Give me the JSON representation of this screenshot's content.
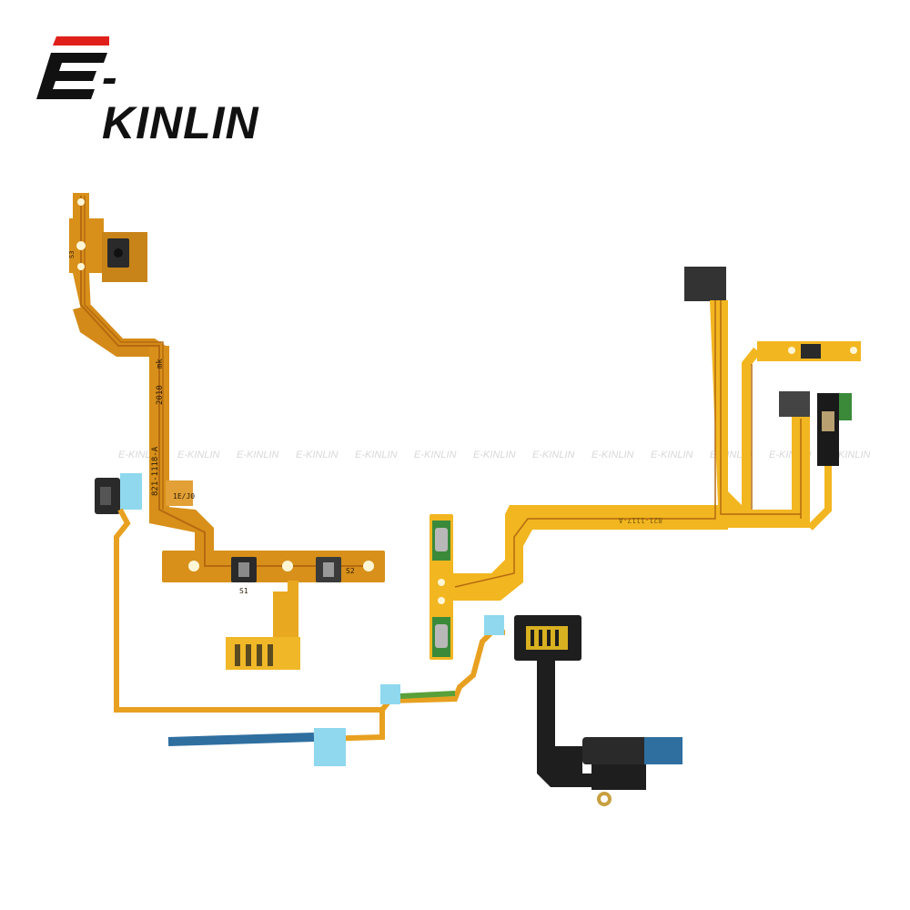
{
  "brand": {
    "logo_text": "-KINLIN",
    "accent_color": "#e0201b",
    "ink_color": "#111111"
  },
  "photo": {
    "subject": "flex cable assembly",
    "printed_labels": {
      "part_number_left": "821-1118-A",
      "year_mark": "2010",
      "code_mark": "mk",
      "rev_box": "1E/J0",
      "switch_s1": "S1",
      "switch_s2": "S2",
      "switch_s3": "S3",
      "right_cable_code": "821-1117-A"
    },
    "watermark": "E-KINLIN",
    "colors": {
      "flex_yellow": "#f2b620",
      "flex_amber": "#d8901a",
      "trace_copper": "#b56a10",
      "stiffener_black": "#1a1a1a",
      "stiffener_green": "#3a8a3a",
      "tape_cyan": "#8fd8ee",
      "tape_blue": "#2f6fa0"
    }
  }
}
